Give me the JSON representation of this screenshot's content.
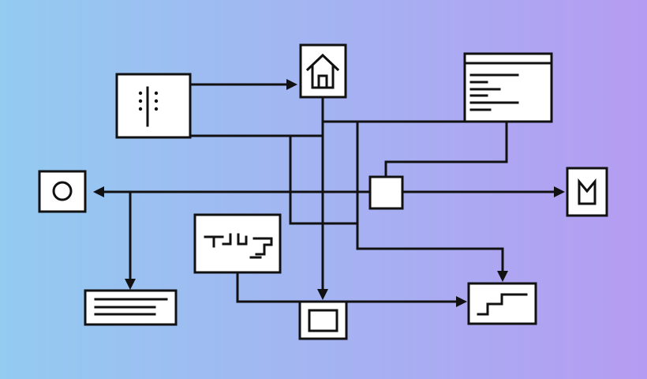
{
  "colors": {
    "background_left": "#93cbf1",
    "background_right": "#b59cf2",
    "stroke": "#111111",
    "node_fill": "#ffffff"
  },
  "nodes": [
    {
      "id": "vertical-dots-node",
      "icon": "vertical-dots-icon"
    },
    {
      "id": "home-node",
      "icon": "home-icon"
    },
    {
      "id": "code-window-node",
      "icon": "code-window-icon"
    },
    {
      "id": "circle-node",
      "icon": "circle-icon"
    },
    {
      "id": "hub-node",
      "icon": "square-hub-icon"
    },
    {
      "id": "m-letter-node",
      "icon": "m-icon"
    },
    {
      "id": "tetris-blocks-node",
      "icon": "tetris-blocks-icon"
    },
    {
      "id": "text-lines-node",
      "icon": "text-lines-icon"
    },
    {
      "id": "inner-square-node",
      "icon": "inner-square-icon"
    },
    {
      "id": "staircase-node",
      "icon": "staircase-icon"
    }
  ],
  "connections": [
    {
      "from": "vertical-dots-node",
      "to": "home-node",
      "arrow": true
    },
    {
      "from": "home-node",
      "to": "inner-square-node",
      "arrow": true
    },
    {
      "from": "hub-node",
      "to": "circle-node",
      "arrow": true
    },
    {
      "from": "hub-node",
      "to": "m-letter-node",
      "arrow": true
    },
    {
      "from": "code-window-node",
      "to": "hub-node",
      "arrow": false
    },
    {
      "from": "code-window-node",
      "to": "staircase-node",
      "arrow": true
    },
    {
      "from": "circle-node",
      "to": "text-lines-node",
      "arrow": true
    },
    {
      "from": "tetris-blocks-node",
      "to": "staircase-node",
      "arrow": true
    },
    {
      "from": "vertical-dots-node",
      "to": "hub-node",
      "arrow": false
    }
  ]
}
